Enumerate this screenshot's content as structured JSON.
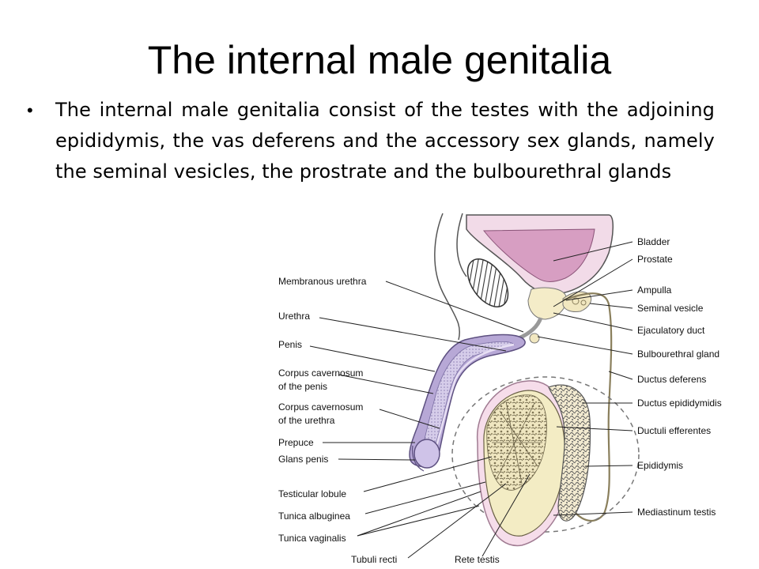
{
  "slide": {
    "title": "The internal male genitalia",
    "bullet": "The internal male genitalia consist of the testes with the adjoining epididymis, the vas deferens and the accessory sex glands, namely the seminal vesicles, the prostrate and the bulbourethral glands"
  },
  "diagram": {
    "colors": {
      "bladder": "#d79ec2",
      "bladder_wall": "#f2dbe8",
      "penis": "#b7a8d6",
      "penis_light": "#dcd2ec",
      "testis": "#f3ecc4",
      "lobule": "#8a8060",
      "epididymis": "#e8dcb4"
    },
    "labels_left": {
      "membranous_urethra": "Membranous urethra",
      "urethra": "Urethra",
      "penis": "Penis",
      "corpus_cavernosum_penis_1": "Corpus cavernosum",
      "corpus_cavernosum_penis_2": "of the penis",
      "corpus_cavernosum_urethra_1": "Corpus cavernosum",
      "corpus_cavernosum_urethra_2": "of the urethra",
      "prepuce": "Prepuce",
      "glans_penis": "Glans penis",
      "testicular_lobule": "Testicular lobule",
      "tunica_albuginea": "Tunica albuginea",
      "tunica_vaginalis": "Tunica vaginalis",
      "tubuli_recti": "Tubuli recti",
      "rete_testis": "Rete testis"
    },
    "labels_right": {
      "bladder": "Bladder",
      "prostate": "Prostate",
      "ampulla": "Ampulla",
      "seminal_vesicle": "Seminal vesicle",
      "ejaculatory_duct": "Ejaculatory duct",
      "bulbourethral_gland": "Bulbourethral gland",
      "ductus_deferens": "Ductus deferens",
      "ductus_epididymidis": "Ductus epididymidis",
      "ductuli_efferentes": "Ductuli efferentes",
      "epididymis": "Epididymis",
      "mediastinum_testis": "Mediastinum testis"
    }
  }
}
